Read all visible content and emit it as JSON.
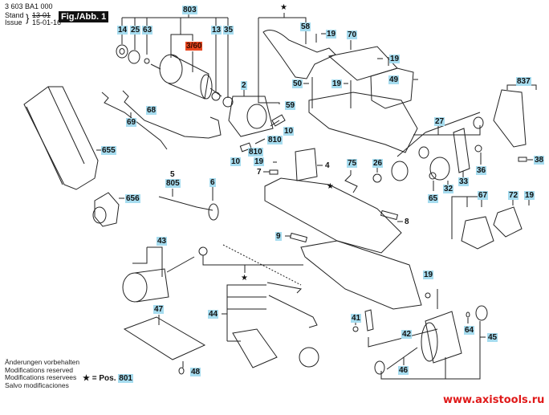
{
  "header": {
    "doc_number": "3 603 BA1 000",
    "stand_label": "Stand",
    "issue_label": "Issue",
    "stand_value_struck": "13-01",
    "issue_value": "15-01-16",
    "figure_label": "Fig./Abb. 1"
  },
  "footer": {
    "notes": [
      "Änderungen vorbehalten",
      "Modifications reserved",
      "Modifications reservees",
      "Salvo modificaciones"
    ],
    "star_legend_prefix": "★ = Pos.",
    "star_legend_value": "801",
    "website": "www.axistools.ru"
  },
  "colors": {
    "label_bg": "#a6dcef",
    "highlight_label_bg": "#e8461f",
    "website_text": "#e01a1a"
  },
  "star_symbol": "★",
  "labels": {
    "p803": "803",
    "p14": "14",
    "p25": "25",
    "p63": "63",
    "p13": "13",
    "p35": "35",
    "p360": "3/60",
    "p2": "2",
    "p58": "58",
    "p19a": "19",
    "p70": "70",
    "p19b": "19",
    "p49": "49",
    "p50": "50",
    "p19c": "19",
    "p59": "59",
    "p837": "837",
    "p27": "27",
    "p68": "68",
    "p69": "69",
    "p655": "655",
    "p10a": "10",
    "p810a": "810",
    "p810b": "810",
    "p10b": "10",
    "p19d": "19",
    "p7": "7",
    "p4": "4",
    "p75": "75",
    "p26": "26",
    "p36": "36",
    "p33": "33",
    "p32": "32",
    "p65": "65",
    "p38": "38",
    "p5": "5",
    "p805": "805",
    "p6": "6",
    "p656": "656",
    "p67": "67",
    "p72": "72",
    "p19e": "19",
    "p8": "8",
    "p9": "9",
    "p43": "43",
    "p19f": "19",
    "p47": "47",
    "p44": "44",
    "p41": "41",
    "p42": "42",
    "p64": "64",
    "p45": "45",
    "p46": "46",
    "p48": "48"
  }
}
